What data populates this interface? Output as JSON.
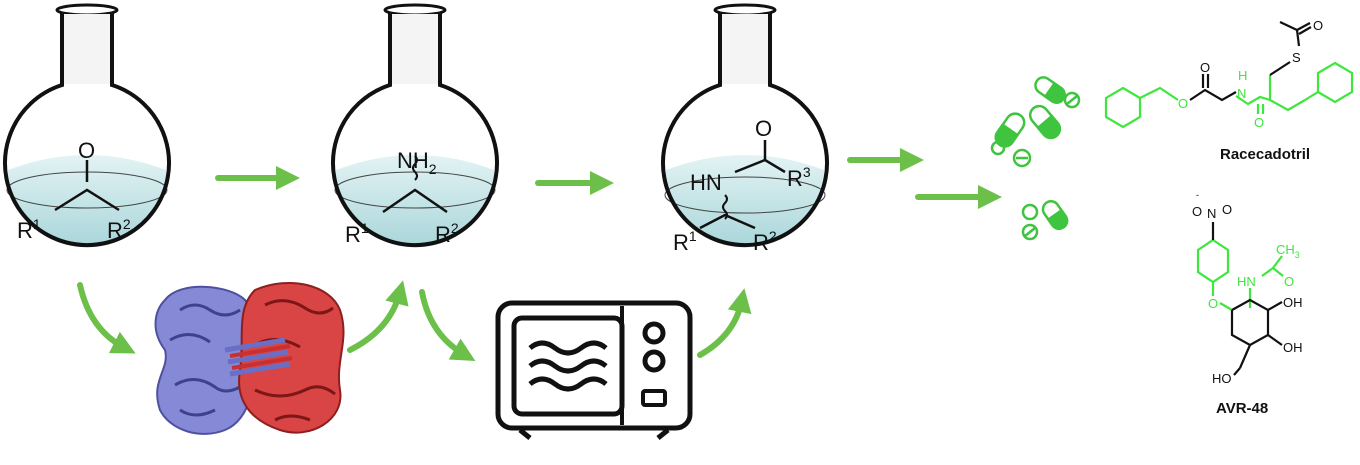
{
  "colors": {
    "arrow": "#6cc04a",
    "product_green": "#3ee63e",
    "liquid": "#bfe3e6",
    "enzyme_blue": "#7b7fd0",
    "enzyme_red": "#d83a3a"
  },
  "flasks": [
    {
      "o": "O",
      "r1": "R",
      "r1_sup": "1",
      "r2": "R",
      "r2_sup": "2"
    },
    {
      "nh": "NH",
      "nh_sub": "2",
      "r1": "R",
      "r1_sup": "1",
      "r2": "R",
      "r2_sup": "2"
    },
    {
      "hn": "HN",
      "o": "O",
      "r3": "R",
      "r3_sup": "3",
      "r1": "R",
      "r1_sup": "1",
      "r2": "R",
      "r2_sup": "2"
    }
  ],
  "icons": [
    "round-bottom-flask-icon",
    "enzyme-structure-icon",
    "microwave-icon",
    "pills-icon"
  ],
  "products": {
    "racecadotril": {
      "name": "Racecadotril",
      "o_ester": "O",
      "o_carbonyl": "O",
      "h": "H",
      "n": "N",
      "o_amide": "O",
      "s": "S",
      "o_thio": "O"
    },
    "avr48": {
      "name": "AVR-48",
      "o_minus": "O",
      "minus": "-",
      "n": "N",
      "o_nitro": "O",
      "o_ether": "O",
      "hn": "HN",
      "ch": "CH",
      "ch_sub": "3",
      "o_acetyl": "O",
      "oh1": "OH",
      "oh2": "OH",
      "ho": "HO"
    }
  }
}
